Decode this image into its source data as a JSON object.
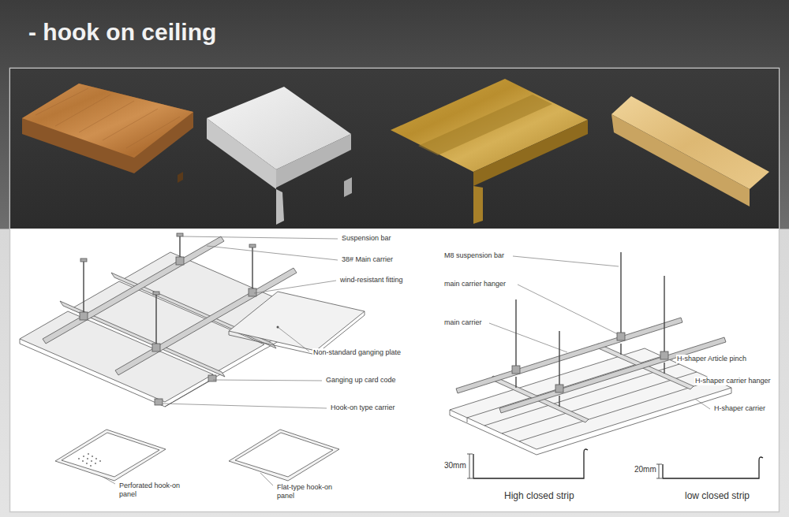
{
  "diagram": {
    "title": "- hook on ceiling",
    "labels": [
      "Suspension bar",
      "38# Main carrier",
      "wind-resistant fitting",
      "Non-standard ganging plate",
      "Ganging up card code",
      "Hook-on type carrier",
      "Perforated hook-on panel",
      "Flat-type hook-on panel",
      "M8 suspension bar",
      "main carrier hanger",
      "main carrier",
      "H-shaper Article pinch",
      "H-shaper carrier hanger",
      "H-shaper carrier",
      "30mm",
      "20mm",
      "High closed strip",
      "low closed strip"
    ]
  }
}
